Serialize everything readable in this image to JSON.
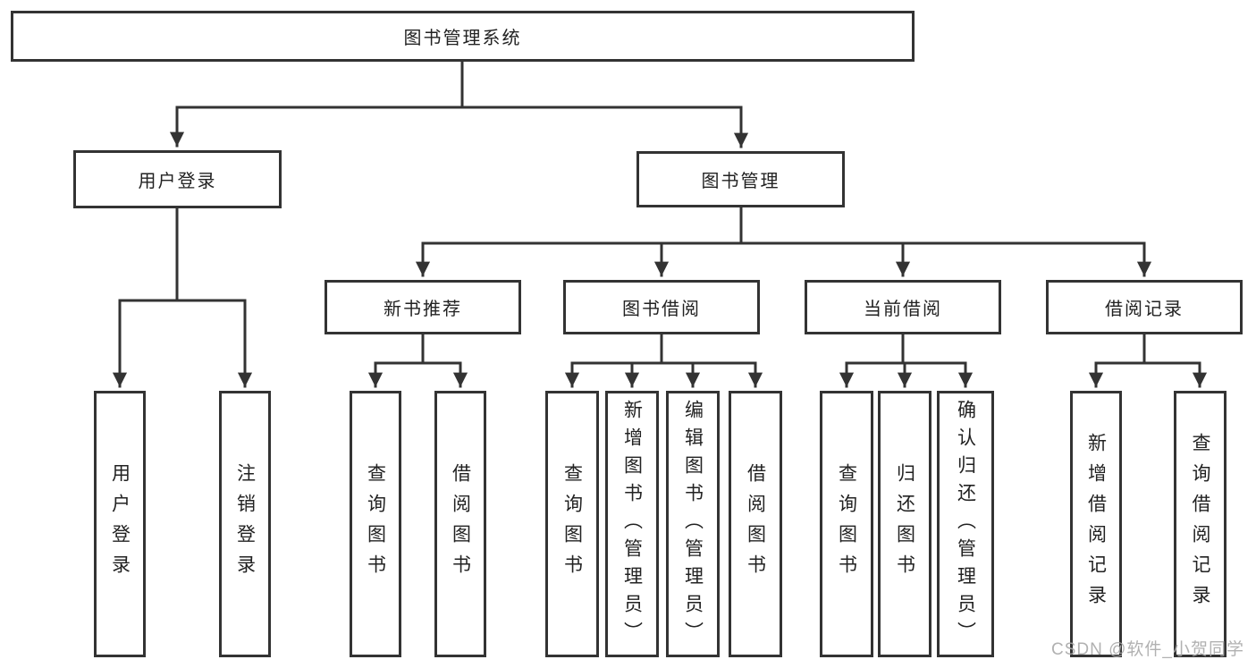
{
  "colors": {
    "line": "#333333",
    "box_border": "#333333",
    "box_background": "#ffffff",
    "text": "#222222",
    "watermark": "#a8a8a8",
    "page_background": "#ffffff"
  },
  "tree": {
    "root": {
      "label": "图书管理系统"
    },
    "level2": [
      {
        "label": "用户登录"
      },
      {
        "label": "图书管理"
      }
    ],
    "level3": [
      {
        "label": "新书推荐"
      },
      {
        "label": "图书借阅"
      },
      {
        "label": "当前借阅"
      },
      {
        "label": "借阅记录"
      }
    ],
    "leaves": {
      "user_login": [
        {
          "label": "用户登录"
        },
        {
          "label": "注销登录"
        }
      ],
      "new_book": [
        {
          "label": "查询图书"
        },
        {
          "label": "借阅图书"
        }
      ],
      "book_borrow": [
        {
          "label": "查询图书"
        },
        {
          "label": "新增图书（管理员）"
        },
        {
          "label": "编辑图书（管理员）"
        },
        {
          "label": "借阅图书"
        }
      ],
      "current_borrow": [
        {
          "label": "查询图书"
        },
        {
          "label": "归还图书"
        },
        {
          "label": "确认归还（管理员）"
        }
      ],
      "borrow_records": [
        {
          "label": "新增借阅记录"
        },
        {
          "label": "查询借阅记录"
        }
      ]
    }
  },
  "watermark": {
    "text": "CSDN @软件_小贺同学"
  }
}
